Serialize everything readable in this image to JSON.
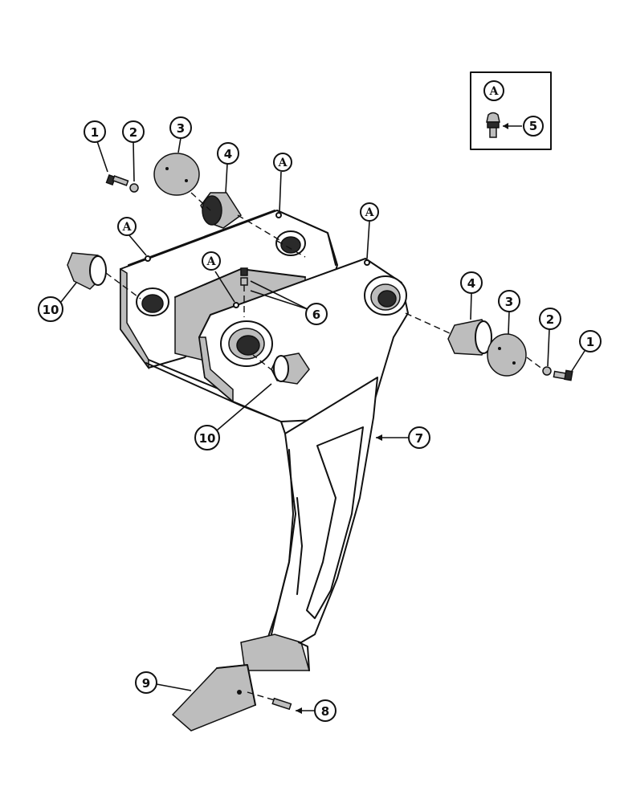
{
  "callouts": {
    "c1a": "1",
    "c2a": "2",
    "c3a": "3",
    "c4a": "4",
    "c10a": "10",
    "c6": "6",
    "c10b": "10",
    "c4b": "4",
    "c3b": "3",
    "c2b": "2",
    "c1b": "1",
    "c7": "7",
    "c9": "9",
    "c8": "8",
    "c5": "5"
  },
  "detail_markers": {
    "a1": "A",
    "a2": "A",
    "a3": "A",
    "a4": "A",
    "inset": "A"
  }
}
